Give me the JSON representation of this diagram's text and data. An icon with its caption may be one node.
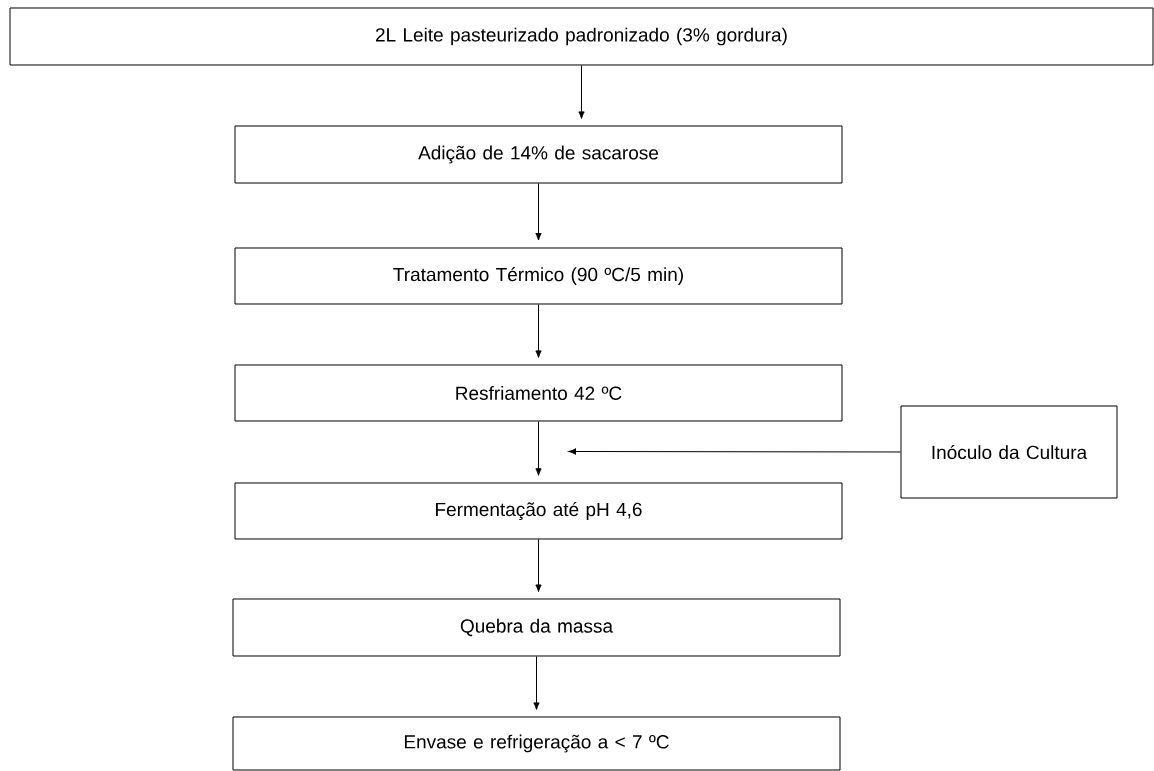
{
  "diagram": {
    "nodes": [
      {
        "text": [
          "2L Leite pasteurizado padronizado (3% gordura)"
        ]
      },
      {
        "text": [
          "Adição de 14% de sacarose"
        ]
      },
      {
        "text": [
          "Tratamento Térmico (90 ºC/5 min)"
        ]
      },
      {
        "text": [
          "Resfriamento 42 ºC"
        ]
      },
      {
        "text": [
          "Inóculo da Cultura"
        ]
      },
      {
        "text": [
          "Fermentação até pH 4,6"
        ]
      },
      {
        "text": [
          "Quebra da massa"
        ]
      },
      {
        "text": [
          "Envase e refrigeração a < 7 ºC"
        ]
      }
    ],
    "edges": [
      {
        "from": 0,
        "to": 1,
        "arrow": "to"
      },
      {
        "from": 1,
        "to": 2,
        "arrow": "to"
      },
      {
        "from": 2,
        "to": 3,
        "arrow": "to"
      },
      {
        "from": 3,
        "to": 5,
        "arrow": "to"
      },
      {
        "from": 4,
        "to": null,
        "arrow": "to"
      },
      {
        "from": 5,
        "to": 6,
        "arrow": "to"
      },
      {
        "from": 6,
        "to": 7,
        "arrow": "to"
      }
    ]
  }
}
